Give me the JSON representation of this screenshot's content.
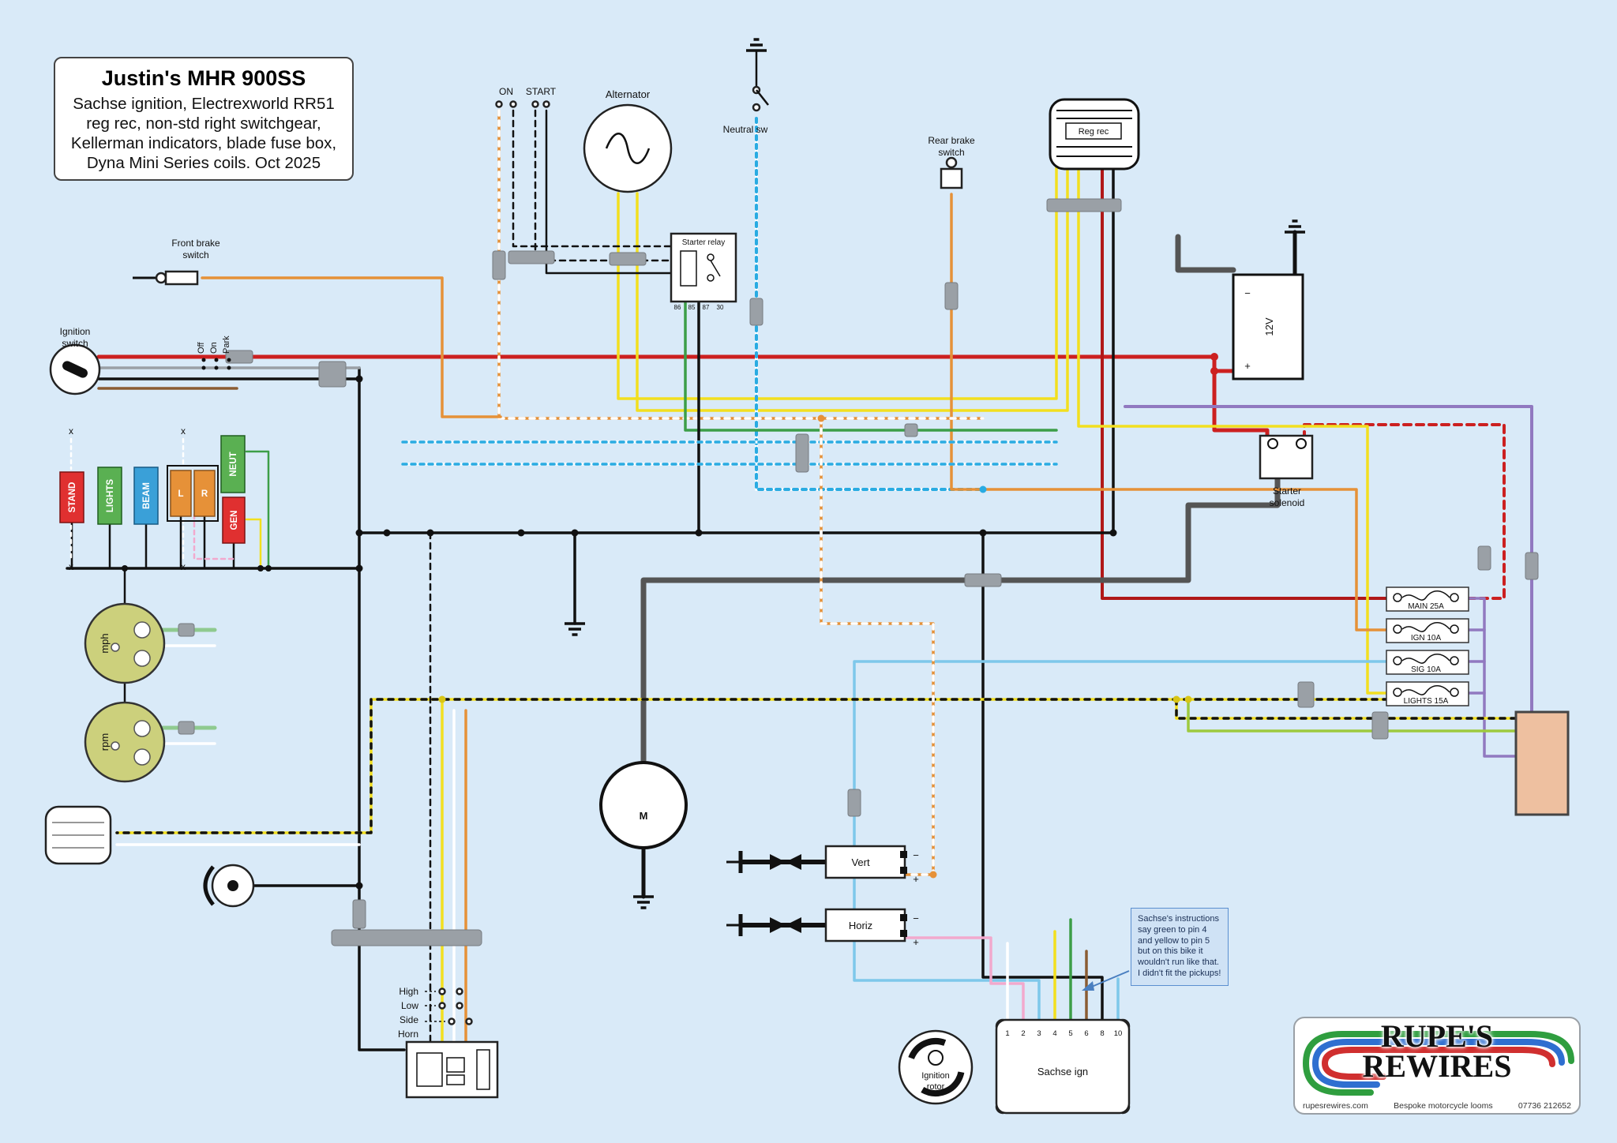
{
  "palette": {
    "background": "#d9eaf8",
    "red": "#cc2020",
    "dark_red": "#b01818",
    "black": "#111111",
    "yellow": "#f2df1f",
    "orange": "#e69138",
    "green": "#3c9e48",
    "light_green": "#8fca8f",
    "yellow_green": "#9ec93e",
    "blue": "#3d85c8",
    "light_blue": "#7ec8ea",
    "cyan_dash": "#29abe2",
    "purple": "#9179c0",
    "pink": "#f2a9cd",
    "brown": "#8a5c33",
    "gray": "#9aa0a6",
    "dark_gray": "#555555",
    "white": "#ffffff",
    "gauge_face": "#ccd07c",
    "tail_light": "#eec0a0",
    "note_bg": "#cfe2f5",
    "note_border": "#5b8fd0"
  },
  "title_box": {
    "title": "Justin's MHR 900SS",
    "subtitle": "Sachse ignition, Electrexworld RR51 reg rec, non-std right switchgear, Kellerman indicators, blade fuse box, Dyna Mini Series coils. Oct 2025"
  },
  "labels": {
    "on": "ON",
    "start": "START",
    "alternator": "Alternator",
    "neutral_sw": "Neutral sw",
    "rear_brake": [
      "Rear brake",
      "switch"
    ],
    "front_brake": [
      "Front brake",
      "switch"
    ],
    "reg_rec": "Reg rec",
    "ignition_switch": [
      "Ignition",
      "switch"
    ],
    "ignition_positions": [
      "Off",
      "On",
      "Park"
    ],
    "starter_relay": "Starter relay",
    "relay_pins": [
      "86",
      "85",
      "87",
      "30"
    ],
    "battery": "12V",
    "minus": "−",
    "plus": "+",
    "starter_solenoid": [
      "Starter",
      "solenoid"
    ],
    "motor": "M",
    "coil_vert": "Vert",
    "coil_horiz": "Horiz",
    "switchgear": [
      "High",
      "Low",
      "Side",
      "Horn"
    ],
    "ignition_rotor": [
      "Ignition",
      "rotor"
    ],
    "sachse": "Sachse ign",
    "sachse_pins": [
      "1",
      "2",
      "3",
      "4",
      "5",
      "6",
      "8",
      "10"
    ],
    "x_marker": "x",
    "gauge_top": "mph",
    "gauge_bottom": "rpm"
  },
  "fuse_box": {
    "fuses": [
      "MAIN 25A",
      "IGN 10A",
      "SIG 10A",
      "LIGHTS 15A"
    ]
  },
  "warning_lights": [
    "STAND",
    "LIGHTS",
    "BEAM",
    "L",
    "R",
    "NEUT",
    "GEN"
  ],
  "note": {
    "text": "Sachse's instructions say green to pin 4 and yellow to pin 5 but on this bike it wouldn't run like that. I didn't fit the pickups!"
  },
  "logo": {
    "line1": "RUPE'S",
    "line2": "REWIRES",
    "website": "rupesrewires.com",
    "tagline": "Bespoke motorcycle looms",
    "phone": "07736 212652"
  }
}
